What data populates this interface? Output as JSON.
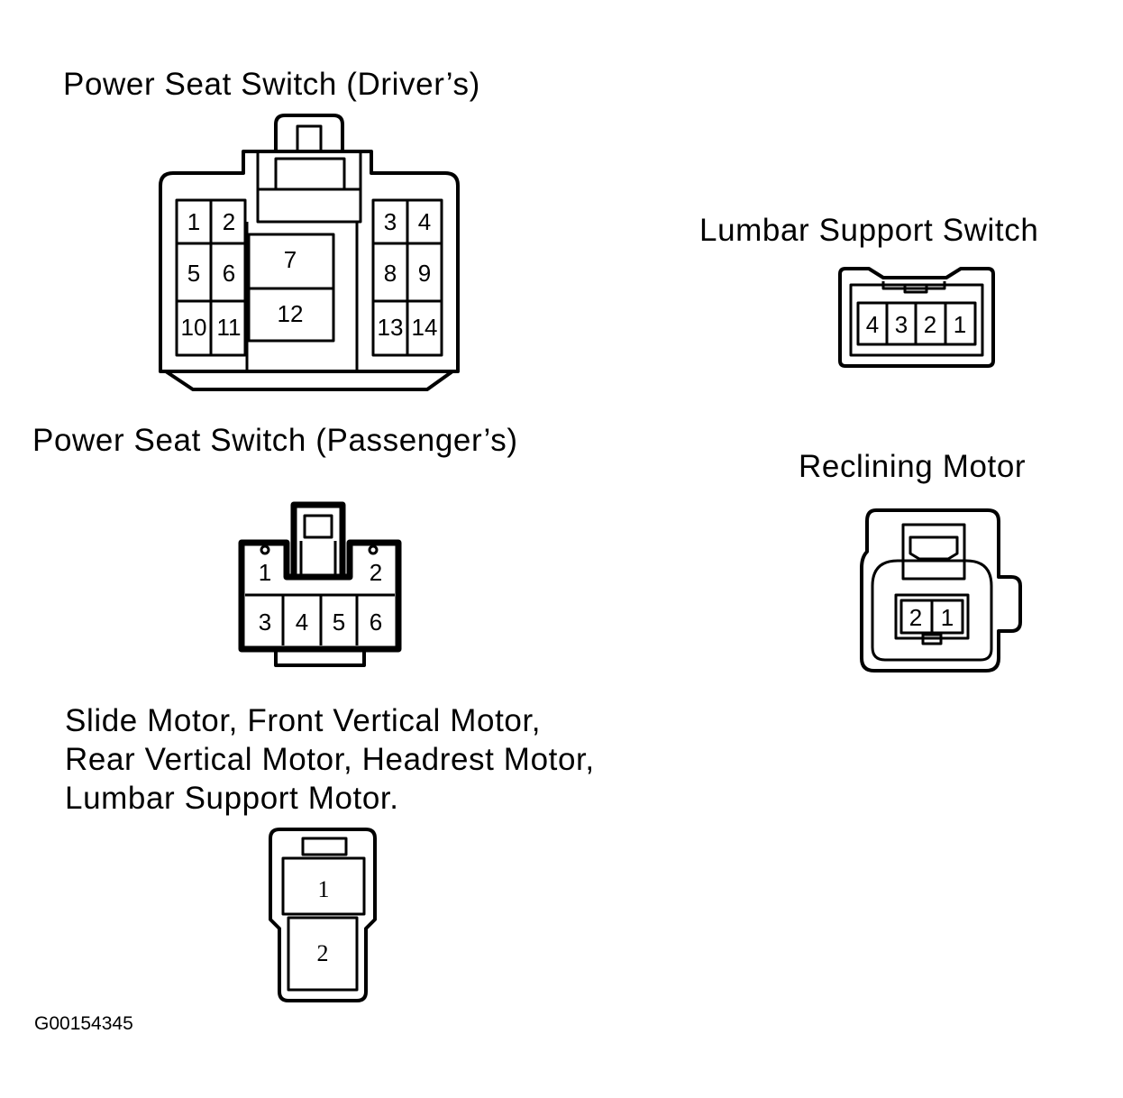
{
  "connectors": {
    "driver_switch": {
      "title": "Power Seat Switch (Driver’s)",
      "pins": [
        "1",
        "2",
        "3",
        "4",
        "5",
        "6",
        "7",
        "8",
        "9",
        "10",
        "11",
        "12",
        "13",
        "14"
      ]
    },
    "lumbar_switch": {
      "title": "Lumbar Support Switch",
      "pins": [
        "4",
        "3",
        "2",
        "1"
      ]
    },
    "passenger_switch": {
      "title": "Power Seat Switch (Passenger’s)",
      "pins": [
        "1",
        "2",
        "3",
        "4",
        "5",
        "6"
      ]
    },
    "reclining_motor": {
      "title": "Reclining Motor",
      "pins": [
        "2",
        "1"
      ]
    },
    "motors": {
      "title_lines": [
        "Slide Motor, Front Vertical Motor,",
        "Rear Vertical Motor, Headrest Motor,",
        "Lumbar Support Motor."
      ],
      "pins": [
        "1",
        "2"
      ]
    }
  },
  "figure_code": "G00154345"
}
